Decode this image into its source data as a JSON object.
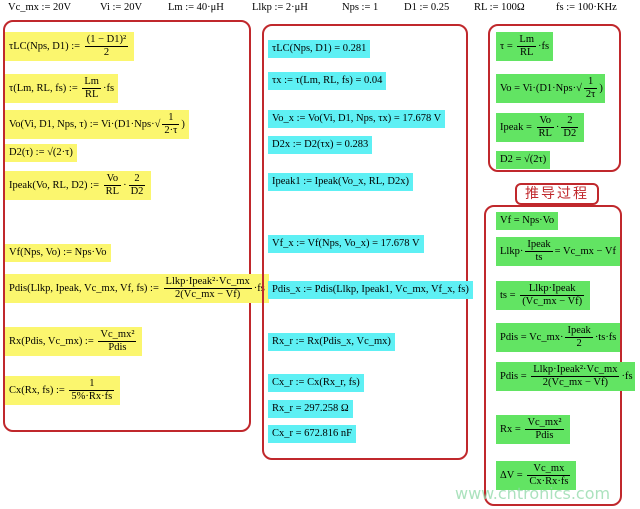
{
  "params": [
    "Vc_mx := 20V",
    "Vi := 20V",
    "Lm := 40·μH",
    "Llkp := 2·μH",
    "Nps := 1",
    "D1 := 0.25",
    "RL := 100Ω",
    "fs := 100·KHz"
  ],
  "left": {
    "tlc": {
      "lhs": "τLC(Nps, D1) :=",
      "num": "(1 − D1)²",
      "den": "2"
    },
    "tau": {
      "lhs": "τ(Lm, RL, fs) :=",
      "num": "Lm",
      "den": "RL",
      "tail": "·fs"
    },
    "vo": {
      "lhs": "Vo(Vi, D1, Nps, τ) := Vi·(D1·Nps·",
      "inner_num": "1",
      "inner_den": "2·τ",
      "tail": ")"
    },
    "d2": "D2(τ) := √(2·τ)",
    "ipeak": {
      "lhs": "Ipeak(Vo, RL, D2) :=",
      "num1": "Vo",
      "den1": "RL",
      "sep": "·",
      "num2": "2",
      "den2": "D2"
    },
    "vf": "Vf(Nps, Vo) := Nps·Vo",
    "pdis": {
      "lhs": "Pdis(Llkp, Ipeak, Vc_mx, Vf, fs) :=",
      "num": "Llkp·Ipeak²·Vc_mx",
      "den": "2(Vc_mx − Vf)",
      "tail": "·fs"
    },
    "rx": {
      "lhs": "Rx(Pdis, Vc_mx) :=",
      "num": "Vc_mx²",
      "den": "Pdis"
    },
    "cx": {
      "lhs": "Cx(Rx, fs) :=",
      "num": "1",
      "den": "5%·Rx·fs"
    }
  },
  "middle": {
    "tlc_val": "τLC(Nps, D1) = 0.281",
    "tx": "τx := τ(Lm, RL, fs) = 0.04",
    "vox": "Vo_x := Vo(Vi, D1, Nps, τx) = 17.678 V",
    "d2x": "D2x := D2(τx) = 0.283",
    "ipeak1": "Ipeak1 := Ipeak(Vo_x, RL, D2x)",
    "vfx": "Vf_x := Vf(Nps, Vo_x) = 17.678 V",
    "pdisx": "Pdis_x := Pdis(Llkp, Ipeak1, Vc_mx, Vf_x, fs)",
    "rxr": "Rx_r := Rx(Pdis_x, Vc_mx)",
    "cxr": "Cx_r := Cx(Rx_r, fs)",
    "rxr_val": "Rx_r = 297.258 Ω",
    "cxr_val": "Cx_r = 672.816 nF"
  },
  "right_top": {
    "tau": {
      "lhs": "τ =",
      "num": "Lm",
      "den": "RL",
      "tail": "·fs"
    },
    "vo": {
      "lhs": "Vo = Vi·(D1·Nps·",
      "inner_num": "1",
      "inner_den": "2τ",
      "tail": ")"
    },
    "ipeak": {
      "lhs": "Ipeak =",
      "num1": "Vo",
      "den1": "RL",
      "sep": "·",
      "num2": "2",
      "den2": "D2"
    },
    "d2": "D2 = √(2τ)"
  },
  "derivation_title": "推导过程",
  "right_bot": {
    "vf": "Vf = Nps·Vo",
    "llkp": {
      "lhs": "Llkp·",
      "num": "Ipeak",
      "den": "ts",
      "tail": "= Vc_mx − Vf"
    },
    "ts": {
      "lhs": "ts =",
      "num": "Llkp·Ipeak",
      "den": "(Vc_mx − Vf)"
    },
    "pdis1": {
      "lhs": "Pdis = Vc_mx·",
      "num": "Ipeak",
      "den": "2",
      "tail": "·ts·fs"
    },
    "pdis2": {
      "lhs": "Pdis =",
      "num": "Llkp·Ipeak²·Vc_mx",
      "den": "2(Vc_mx − Vf)",
      "tail": "·fs"
    },
    "rx": {
      "lhs": "Rx =",
      "num": "Vc_mx²",
      "den": "Pdis"
    },
    "dv": {
      "lhs": "ΔV =",
      "num": "Vc_mx",
      "den": "Cx·Rx·fs"
    }
  },
  "watermark": "www.cntronics.com"
}
